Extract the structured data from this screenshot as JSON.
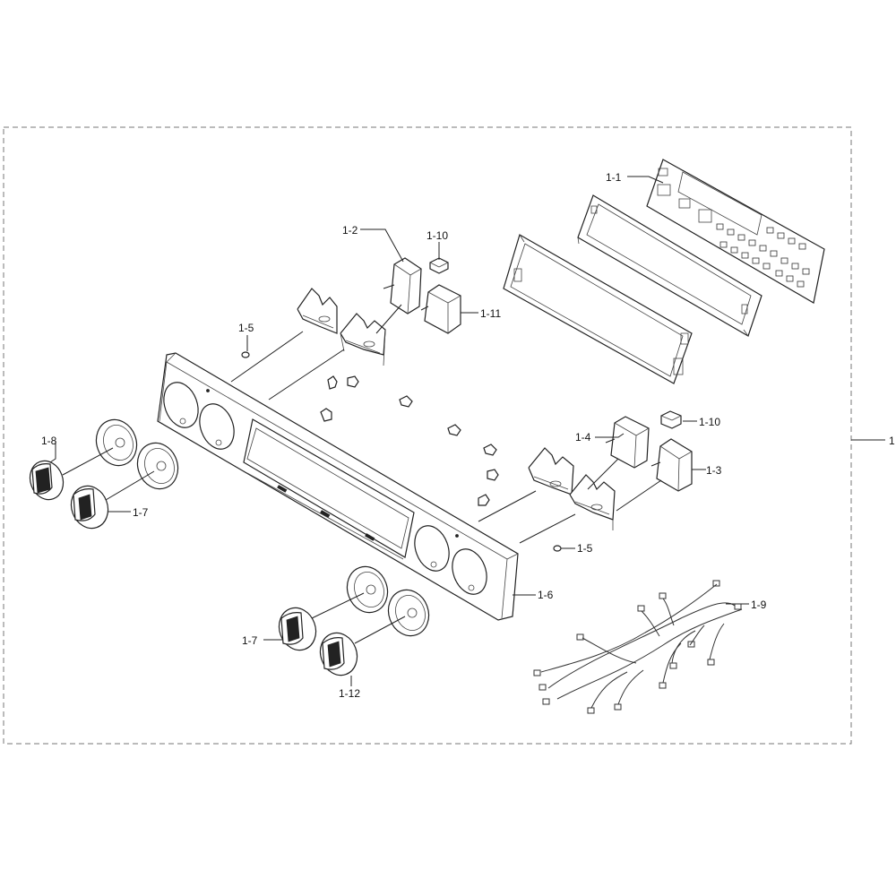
{
  "callouts": {
    "assembly": "1",
    "p1_1": "1-1",
    "p1_2": "1-2",
    "p1_3": "1-3",
    "p1_4": "1-4",
    "p1_5_top": "1-5",
    "p1_5_bottom": "1-5",
    "p1_6": "1-6",
    "p1_7_left": "1-7",
    "p1_7_bottom": "1-7",
    "p1_8": "1-8",
    "p1_9": "1-9",
    "p1_10_top": "1-10",
    "p1_10_right": "1-10",
    "p1_11": "1-11",
    "p1_12": "1-12"
  }
}
